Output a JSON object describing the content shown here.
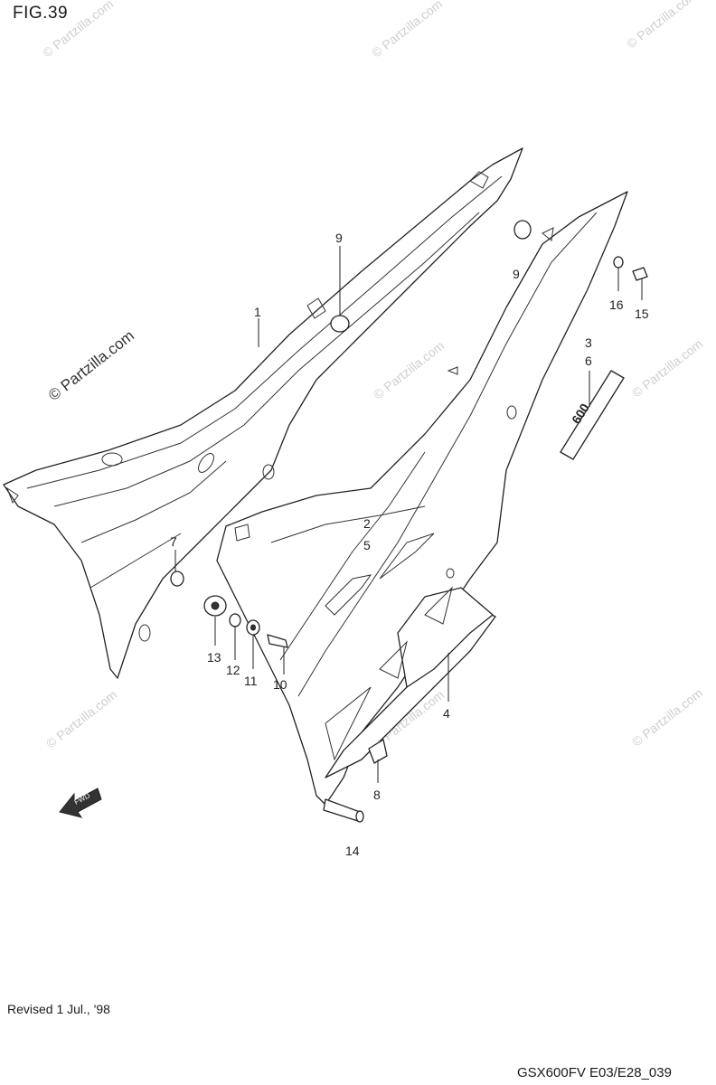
{
  "figure": {
    "title": "FIG.39",
    "revision": "Revised 1 Jul., '98",
    "code": "GSX600FV E03/E28_039"
  },
  "watermark": {
    "text": "© Partzilla.com"
  },
  "callouts": [
    {
      "id": "c1",
      "label": "1"
    },
    {
      "id": "c2",
      "label": "2"
    },
    {
      "id": "c3",
      "label": "3"
    },
    {
      "id": "c4",
      "label": "4"
    },
    {
      "id": "c5",
      "label": "5"
    },
    {
      "id": "c6",
      "label": "6"
    },
    {
      "id": "c7",
      "label": "7"
    },
    {
      "id": "c8",
      "label": "8"
    },
    {
      "id": "c9a",
      "label": "9"
    },
    {
      "id": "c9b",
      "label": "9"
    },
    {
      "id": "c10",
      "label": "10"
    },
    {
      "id": "c11",
      "label": "11"
    },
    {
      "id": "c12",
      "label": "12"
    },
    {
      "id": "c13",
      "label": "13"
    },
    {
      "id": "c14",
      "label": "14"
    },
    {
      "id": "c15",
      "label": "15"
    },
    {
      "id": "c16",
      "label": "16"
    }
  ],
  "fwd_arrow": {
    "label": "FWD"
  },
  "emblem": {
    "text": "600"
  }
}
